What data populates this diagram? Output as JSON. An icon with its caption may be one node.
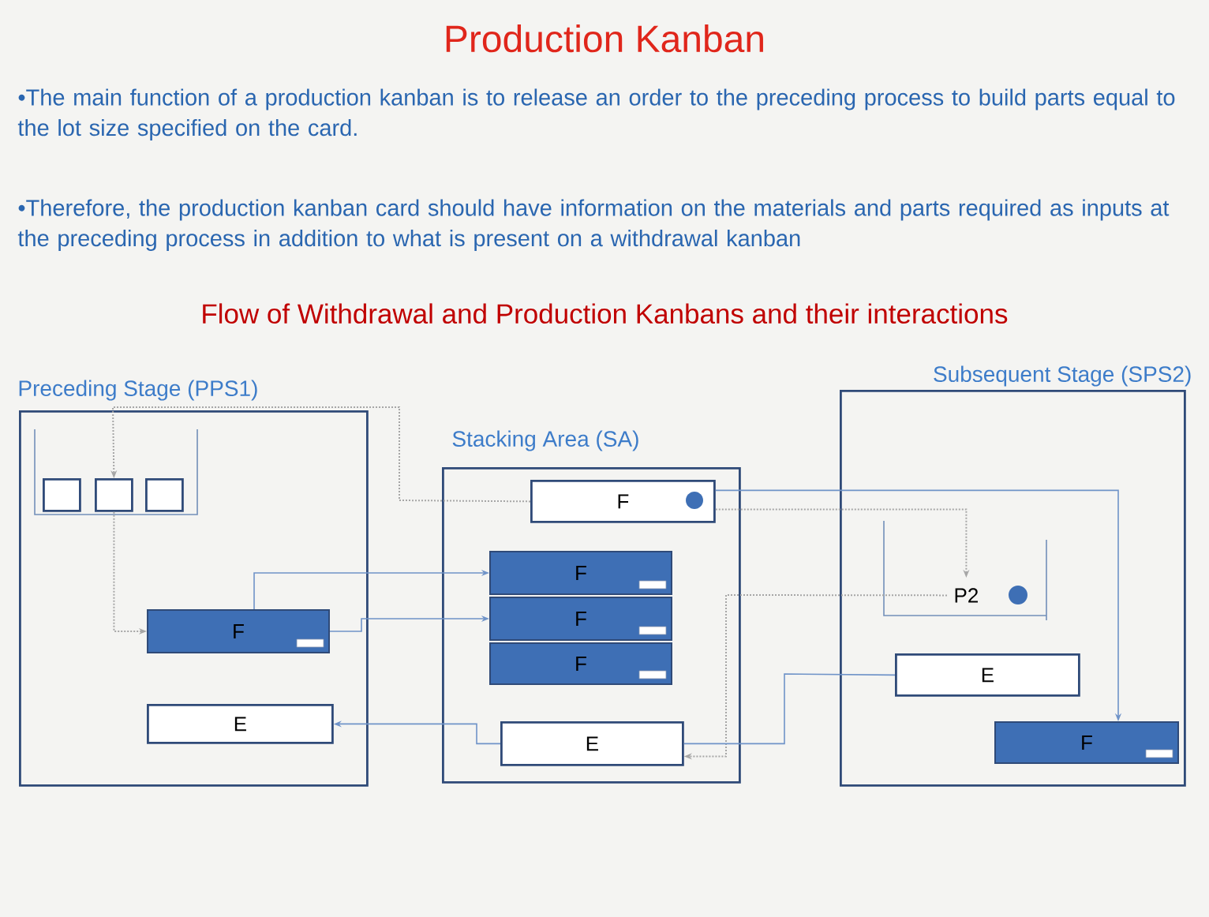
{
  "diagram": {
    "title": "Production Kanban",
    "nodes": [
      {
        "text": [
          "Preceding Stage (PPS1)"
        ]
      },
      {
        "text": [
          "Stacking Area (SA)"
        ]
      },
      {
        "text": [
          "Subsequent Stage (SPS2)"
        ]
      },
      {
        "text": [],
        "shape": "box",
        "in": 0
      },
      {
        "text": [],
        "shape": "box",
        "in": 0
      },
      {
        "text": [],
        "shape": "box",
        "in": 0
      },
      {
        "text": [
          "F"
        ],
        "in": 0
      },
      {
        "text": [
          "E"
        ],
        "in": 0
      },
      {
        "text": [
          "F"
        ],
        "in": 1
      },
      {
        "text": [
          "F"
        ],
        "in": 1
      },
      {
        "text": [
          "F"
        ],
        "in": 1
      },
      {
        "text": [
          "F"
        ],
        "in": 1
      },
      {
        "text": [
          "E"
        ],
        "in": 1
      },
      {
        "text": [
          "P2"
        ],
        "in": 2
      },
      {
        "text": [
          "E"
        ],
        "in": 2
      },
      {
        "text": [
          "F"
        ],
        "in": 2
      }
    ],
    "edges": [
      {
        "from": 8,
        "to": 4,
        "arrow": "to",
        "style": "dashed"
      },
      {
        "from": 8,
        "to": 13,
        "arrow": "to",
        "style": "dashed"
      },
      {
        "from": 4,
        "to": 6,
        "arrow": "to",
        "style": "dashed"
      },
      {
        "from": 6,
        "to": 9,
        "arrow": "to"
      },
      {
        "from": 6,
        "to": 10,
        "arrow": "to"
      },
      {
        "from": 12,
        "to": 7,
        "arrow": "to"
      },
      {
        "from": 13,
        "to": 12,
        "arrow": "to",
        "style": "dashed"
      },
      {
        "from": 8,
        "to": 15,
        "arrow": "to"
      },
      {
        "from": 14,
        "to": 12,
        "arrow": "none"
      }
    ],
    "labels": [
      "•The main function of a production kanban is to release an order to the preceding process to build parts equal to the lot size specified on the card.",
      "•Therefore, the production kanban card should have information on the materials and parts required as inputs at the preceding process in addition to what is present on a withdrawal kanban",
      "Flow of Withdrawal and Production Kanbans and their interactions"
    ]
  }
}
